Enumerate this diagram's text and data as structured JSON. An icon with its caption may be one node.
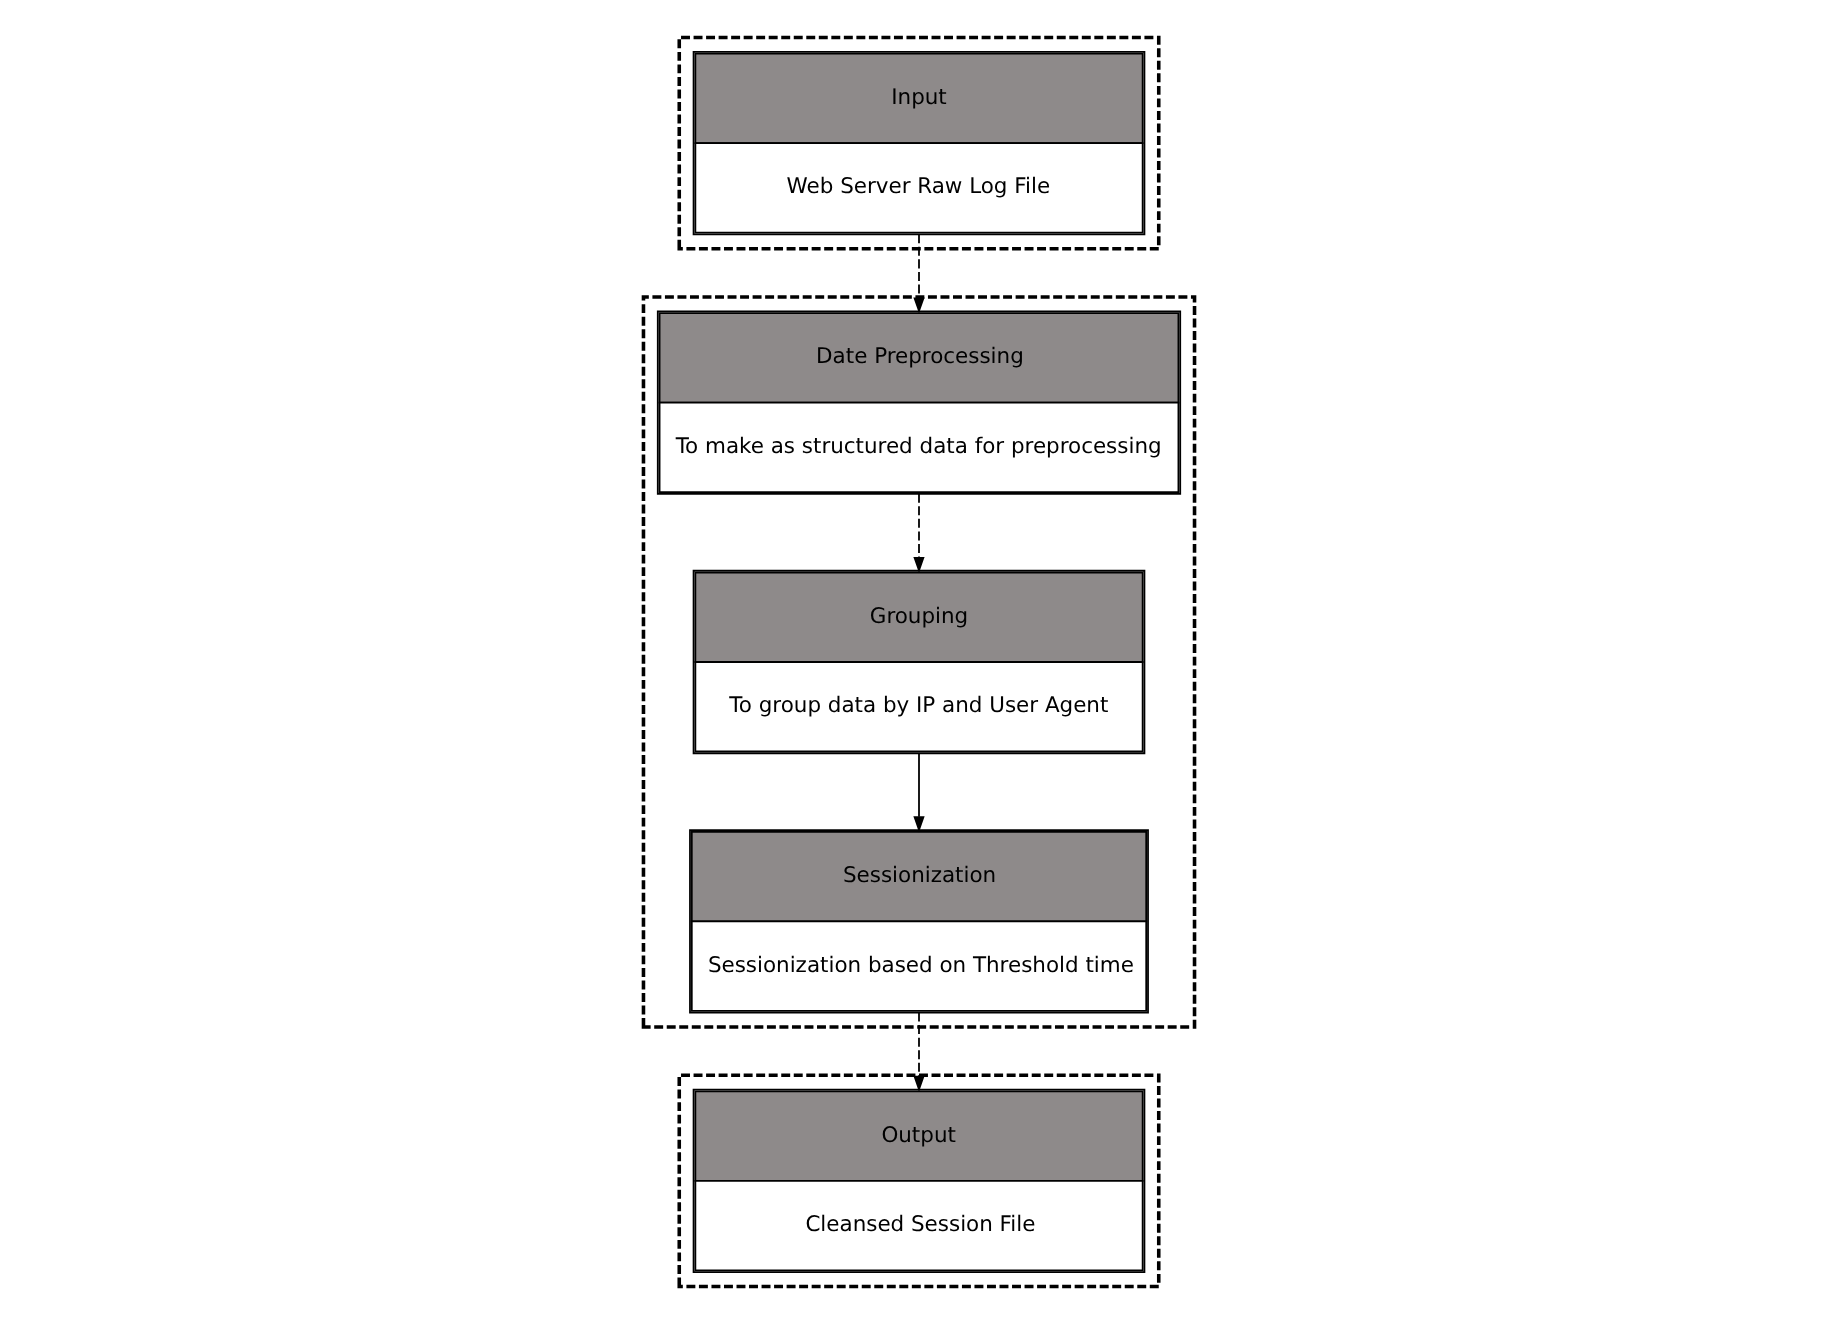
{
  "diagram": {
    "nodes": [
      {
        "text": [],
        "shape": "box"
      },
      {
        "text": [
          "Input",
          "Web Server Raw Log File"
        ],
        "in": 0
      },
      {
        "text": [],
        "shape": "box"
      },
      {
        "text": [
          "Date Preprocessing",
          "To make as structured data for preprocessing"
        ],
        "in": 2
      },
      {
        "text": [
          "Grouping",
          "To group data by IP and User Agent"
        ],
        "in": 2
      },
      {
        "text": [
          "Sessionization",
          "Sessionization based on Threshold time"
        ],
        "in": 2
      },
      {
        "text": [],
        "shape": "box"
      },
      {
        "text": [
          "Output",
          "Cleansed Session File"
        ],
        "in": 6
      }
    ],
    "edges": [
      {
        "from": 1,
        "to": 3,
        "arrow": "to",
        "style": "dashed"
      },
      {
        "from": 3,
        "to": 4,
        "arrow": "to",
        "style": "dashed"
      },
      {
        "from": 4,
        "to": 5,
        "arrow": "to"
      },
      {
        "from": 5,
        "to": 7,
        "arrow": "to",
        "style": "dashed"
      }
    ]
  }
}
